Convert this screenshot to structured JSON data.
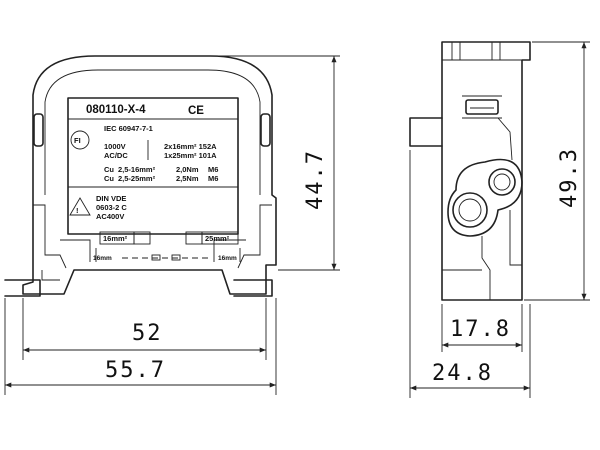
{
  "front_view": {
    "label": {
      "model": "080110-X-4",
      "ce_mark": "CE",
      "fi_mark": "FI",
      "standard": "IEC 60947-7-1",
      "voltage": "1000V",
      "current_type": "AC/DC",
      "rating_1": "2x16mm² 152A",
      "rating_2": "1x25mm² 101A",
      "cu_1_mat": "Cu",
      "cu_1_range": "2,5-16mm²",
      "cu_1_torque": "2,0Nm",
      "cu_1_screw": "M6",
      "cu_2_mat": "Cu",
      "cu_2_range": "2,5-25mm²",
      "cu_2_torque": "2,5Nm",
      "cu_2_screw": "M6",
      "din_vde": "DIN VDE",
      "din_std": "0603-2 C",
      "ac_rating": "AC400V",
      "left_tag": "16mm²",
      "right_tag": "25mm²",
      "left_strip": "16mm",
      "right_strip": "16mm"
    },
    "dimensions": {
      "height": "44.7",
      "width_inner": "52",
      "width_outer": "55.7"
    }
  },
  "side_view": {
    "dimensions": {
      "height": "49.3",
      "depth_inner": "17.8",
      "depth_outer": "24.8"
    }
  }
}
